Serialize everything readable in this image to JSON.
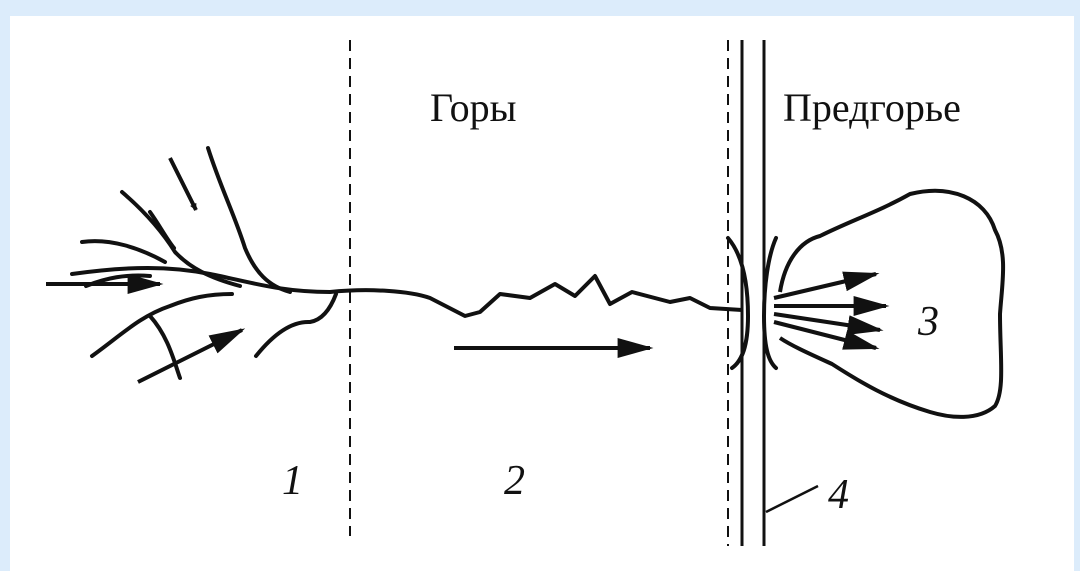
{
  "regions": {
    "mountains": "Горы",
    "foothills": "Предгорье"
  },
  "zones": {
    "zone_1": "1",
    "zone_2": "2",
    "zone_3": "3",
    "zone_4": "4"
  },
  "colors": {
    "background": "#dcecfb",
    "canvas": "#ffffff",
    "ink": "#111111"
  }
}
